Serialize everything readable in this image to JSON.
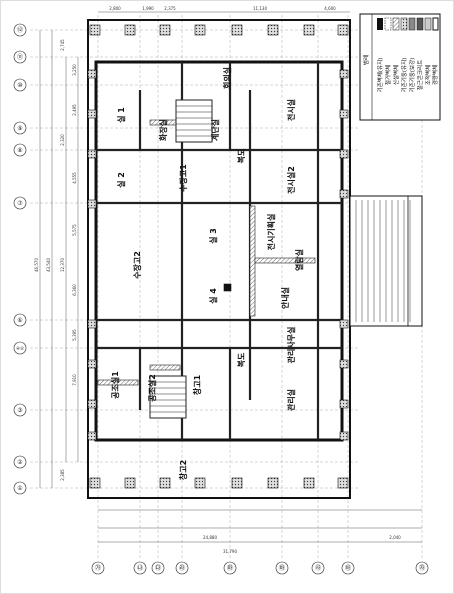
{
  "axes": {
    "rows": [
      "⑫",
      "⑪",
      "⑩",
      "⑨",
      "⑧",
      "⑦",
      "⑥",
      "④⑤",
      "③",
      "②",
      "①"
    ],
    "cols": [
      "㉮",
      "㉯",
      "㉰",
      "㉱",
      "㉲",
      "㉳",
      "㉴",
      "㉵",
      "㉶"
    ]
  },
  "dims": {
    "overall": "46,570",
    "inner": "43,540",
    "inner2": "12,370",
    "bottom_total": "24,880",
    "bottom_total2": "31,790",
    "bottom_right": "2,040",
    "left_a": "2,745",
    "left_b": "3,250",
    "left_c": "2,495",
    "left_d": "2,320",
    "left_e": "4,555",
    "left_f": "5,575",
    "left_g": "6,360",
    "left_h": "5,395",
    "left_i": "7,910",
    "left_j": "2,385",
    "top_a": "2,800",
    "top_b": "1,990",
    "top_c": "2,375",
    "top_d": "11,130",
    "top_e": "4,600"
  },
  "rooms": [
    {
      "id": "r1",
      "label": "회의실"
    },
    {
      "id": "r2",
      "label": "화장실"
    },
    {
      "id": "r3",
      "label": "계단실"
    },
    {
      "id": "r4",
      "label": "실 1"
    },
    {
      "id": "r5",
      "label": "실 2"
    },
    {
      "id": "r6",
      "label": "수장고1"
    },
    {
      "id": "r7",
      "label": "수장고2"
    },
    {
      "id": "r8",
      "label": "실 3"
    },
    {
      "id": "r9",
      "label": "실 4"
    },
    {
      "id": "r10",
      "label": "복도"
    },
    {
      "id": "r11",
      "label": "전시실"
    },
    {
      "id": "r12",
      "label": "전시실2"
    },
    {
      "id": "r13",
      "label": "전시기획실"
    },
    {
      "id": "r14",
      "label": "열람실"
    },
    {
      "id": "r15",
      "label": "안내실"
    },
    {
      "id": "r16",
      "label": "관리사무실"
    },
    {
      "id": "r17",
      "label": "관리실"
    },
    {
      "id": "r18",
      "label": "공조실1"
    },
    {
      "id": "r19",
      "label": "공조실2"
    },
    {
      "id": "r20",
      "label": "창고1"
    },
    {
      "id": "r21",
      "label": "창고2"
    },
    {
      "id": "r22",
      "label": "복도"
    }
  ],
  "legend": {
    "title": "범례",
    "items": [
      "기존벽체(유지)",
      "철거벽체",
      "신설벽체",
      "기존기둥(유지)",
      "기존기둥(보강)",
      "철근콘크리트",
      "조적벽체",
      "경량벽체"
    ]
  }
}
